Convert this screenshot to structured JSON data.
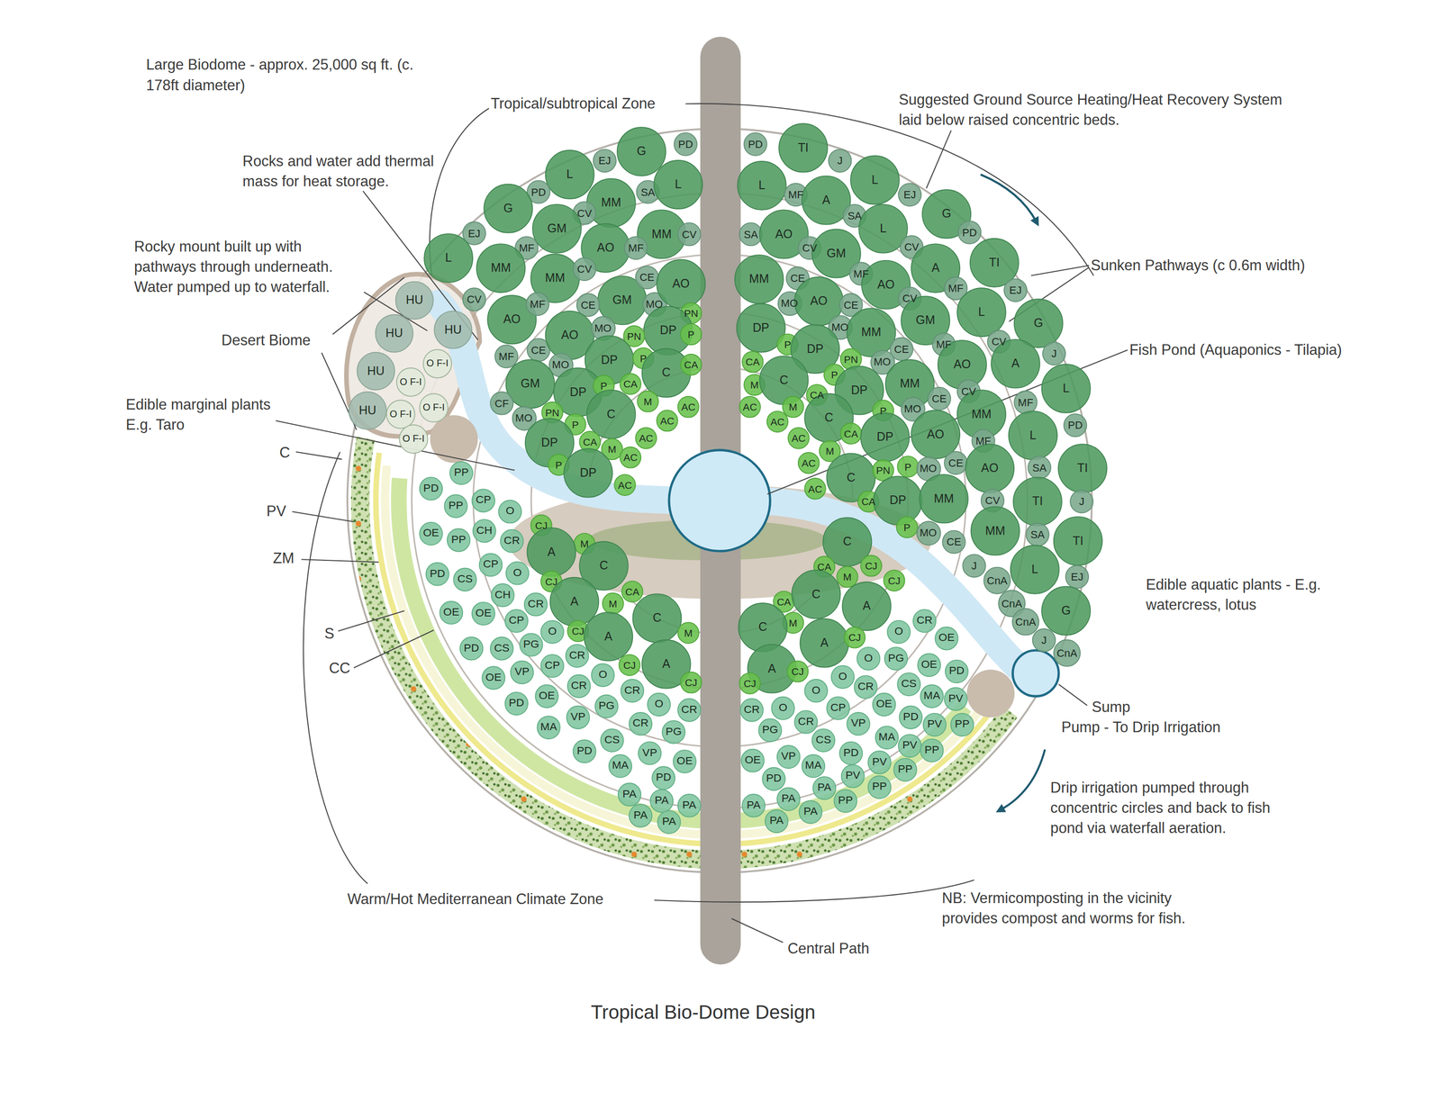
{
  "diagram": {
    "title": "Tropical Bio-Dome Design",
    "nodes": [
      {
        "text": [
          "G"
        ]
      },
      {
        "text": [
          "PD"
        ]
      },
      {
        "text": [
          "EJ"
        ]
      },
      {
        "text": [
          "L"
        ]
      },
      {
        "text": [
          "PD"
        ]
      },
      {
        "text": [
          "MM"
        ]
      },
      {
        "text": [
          "SA"
        ]
      },
      {
        "text": [
          "L"
        ]
      },
      {
        "text": [
          "G"
        ]
      },
      {
        "text": [
          "CV"
        ]
      },
      {
        "text": [
          "GM"
        ]
      },
      {
        "text": [
          "MM"
        ]
      },
      {
        "text": [
          "CV"
        ]
      },
      {
        "text": [
          "EJ"
        ]
      },
      {
        "text": [
          "L"
        ]
      },
      {
        "text": [
          "MF"
        ]
      },
      {
        "text": [
          "AO"
        ]
      },
      {
        "text": [
          "MF"
        ]
      },
      {
        "text": [
          "MM"
        ]
      },
      {
        "text": [
          "MM"
        ]
      },
      {
        "text": [
          "CV"
        ]
      },
      {
        "text": [
          "CV"
        ]
      },
      {
        "text": [
          "AO"
        ]
      },
      {
        "text": [
          "MF"
        ]
      },
      {
        "text": [
          "GM"
        ]
      },
      {
        "text": [
          "CE"
        ]
      },
      {
        "text": [
          "MO"
        ]
      },
      {
        "text": [
          "AO"
        ]
      },
      {
        "text": [
          "CE"
        ]
      },
      {
        "text": [
          "PN"
        ]
      },
      {
        "text": [
          "MF"
        ]
      },
      {
        "text": [
          "CE"
        ]
      },
      {
        "text": [
          "AO"
        ]
      },
      {
        "text": [
          "MO"
        ]
      },
      {
        "text": [
          "DP"
        ]
      },
      {
        "text": [
          "P"
        ]
      },
      {
        "text": [
          "PN"
        ]
      },
      {
        "text": [
          "MO"
        ]
      },
      {
        "text": [
          "DP"
        ]
      },
      {
        "text": [
          "P"
        ]
      },
      {
        "text": [
          "C"
        ]
      },
      {
        "text": [
          "CA"
        ]
      },
      {
        "text": [
          "GM"
        ]
      },
      {
        "text": [
          "DP"
        ]
      },
      {
        "text": [
          "P"
        ]
      },
      {
        "text": [
          "CA"
        ]
      },
      {
        "text": [
          "CF"
        ]
      },
      {
        "text": [
          "MO"
        ]
      },
      {
        "text": [
          "PN"
        ]
      },
      {
        "text": [
          "C"
        ]
      },
      {
        "text": [
          "M"
        ]
      },
      {
        "text": [
          "AC"
        ]
      },
      {
        "text": [
          "AC"
        ]
      },
      {
        "text": [
          "P"
        ]
      },
      {
        "text": [
          "CA"
        ]
      },
      {
        "text": [
          "DP"
        ]
      },
      {
        "text": [
          "M"
        ]
      },
      {
        "text": [
          "AC"
        ]
      },
      {
        "text": [
          "AC"
        ]
      },
      {
        "text": [
          "P"
        ]
      },
      {
        "text": [
          "DP"
        ]
      },
      {
        "text": [
          "AC"
        ]
      },
      {
        "text": [
          "PD"
        ]
      },
      {
        "text": [
          "TI"
        ]
      },
      {
        "text": [
          "J"
        ]
      },
      {
        "text": [
          "L"
        ]
      },
      {
        "text": [
          "L"
        ]
      },
      {
        "text": [
          "MF"
        ]
      },
      {
        "text": [
          "A"
        ]
      },
      {
        "text": [
          "EJ"
        ]
      },
      {
        "text": [
          "SA"
        ]
      },
      {
        "text": [
          "G"
        ]
      },
      {
        "text": [
          "L"
        ]
      },
      {
        "text": [
          "SA"
        ]
      },
      {
        "text": [
          "AO"
        ]
      },
      {
        "text": [
          "CV"
        ]
      },
      {
        "text": [
          "GM"
        ]
      },
      {
        "text": [
          "CV"
        ]
      },
      {
        "text": [
          "PD"
        ]
      },
      {
        "text": [
          "TI"
        ]
      },
      {
        "text": [
          "A"
        ]
      },
      {
        "text": [
          "MF"
        ]
      },
      {
        "text": [
          "AO"
        ]
      },
      {
        "text": [
          "MF"
        ]
      },
      {
        "text": [
          "EJ"
        ]
      },
      {
        "text": [
          "MM"
        ]
      },
      {
        "text": [
          "CE"
        ]
      },
      {
        "text": [
          "MO"
        ]
      },
      {
        "text": [
          "AO"
        ]
      },
      {
        "text": [
          "CE"
        ]
      },
      {
        "text": [
          "CV"
        ]
      },
      {
        "text": [
          "GM"
        ]
      },
      {
        "text": [
          "L"
        ]
      },
      {
        "text": [
          "G"
        ]
      },
      {
        "text": [
          "MO"
        ]
      },
      {
        "text": [
          "MM"
        ]
      },
      {
        "text": [
          "CV"
        ]
      },
      {
        "text": [
          "DP"
        ]
      },
      {
        "text": [
          "P"
        ]
      },
      {
        "text": [
          "DP"
        ]
      },
      {
        "text": [
          "CE"
        ]
      },
      {
        "text": [
          "MF"
        ]
      },
      {
        "text": [
          "J"
        ]
      },
      {
        "text": [
          "PN"
        ]
      },
      {
        "text": [
          "MO"
        ]
      },
      {
        "text": [
          "AO"
        ]
      },
      {
        "text": [
          "A"
        ]
      },
      {
        "text": [
          "P"
        ]
      },
      {
        "text": [
          "CA"
        ]
      },
      {
        "text": [
          "M"
        ]
      },
      {
        "text": [
          "C"
        ]
      },
      {
        "text": [
          "CA"
        ]
      },
      {
        "text": [
          "DP"
        ]
      },
      {
        "text": [
          "MM"
        ]
      },
      {
        "text": [
          "CV"
        ]
      },
      {
        "text": [
          "L"
        ]
      },
      {
        "text": [
          "AC"
        ]
      },
      {
        "text": [
          "M"
        ]
      },
      {
        "text": [
          "P"
        ]
      },
      {
        "text": [
          "MO"
        ]
      },
      {
        "text": [
          "CE"
        ]
      },
      {
        "text": [
          "MF"
        ]
      },
      {
        "text": [
          "C"
        ]
      },
      {
        "text": [
          "AC"
        ]
      },
      {
        "text": [
          "CA"
        ]
      },
      {
        "text": [
          "MM"
        ]
      },
      {
        "text": [
          "PD"
        ]
      },
      {
        "text": [
          "AC"
        ]
      },
      {
        "text": [
          "M"
        ]
      },
      {
        "text": [
          "DP"
        ]
      },
      {
        "text": [
          "MF"
        ]
      },
      {
        "text": [
          "L"
        ]
      },
      {
        "text": [
          "AO"
        ]
      },
      {
        "text": [
          "AC"
        ]
      },
      {
        "text": [
          "C"
        ]
      },
      {
        "text": [
          "PN"
        ]
      },
      {
        "text": [
          "P"
        ]
      },
      {
        "text": [
          "MO"
        ]
      },
      {
        "text": [
          "CE"
        ]
      },
      {
        "text": [
          "AO"
        ]
      },
      {
        "text": [
          "SA"
        ]
      },
      {
        "text": [
          "TI"
        ]
      },
      {
        "text": [
          "AC"
        ]
      },
      {
        "text": [
          "CA"
        ]
      },
      {
        "text": [
          "DP"
        ]
      },
      {
        "text": [
          "MM"
        ]
      },
      {
        "text": [
          "CV"
        ]
      },
      {
        "text": [
          "TI"
        ]
      },
      {
        "text": [
          "J"
        ]
      },
      {
        "text": [
          "P"
        ]
      },
      {
        "text": [
          "MO"
        ]
      },
      {
        "text": [
          "CE"
        ]
      },
      {
        "text": [
          "MM"
        ]
      },
      {
        "text": [
          "SA"
        ]
      },
      {
        "text": [
          "TI"
        ]
      },
      {
        "text": [
          "J"
        ]
      },
      {
        "text": [
          "L"
        ]
      },
      {
        "text": [
          "CnA"
        ]
      },
      {
        "text": [
          "EJ"
        ]
      },
      {
        "text": [
          "CnA"
        ]
      },
      {
        "text": [
          "G"
        ]
      },
      {
        "text": [
          "CnA"
        ]
      },
      {
        "text": [
          "J"
        ]
      },
      {
        "text": [
          "CnA"
        ]
      },
      {
        "text": [
          "HU"
        ]
      },
      {
        "text": [
          "HU"
        ]
      },
      {
        "text": [
          "HU"
        ]
      },
      {
        "text": [
          "HU"
        ]
      },
      {
        "text": [
          "HU"
        ]
      },
      {
        "text": [
          "O F-I"
        ]
      },
      {
        "text": [
          "O F-I"
        ]
      },
      {
        "text": [
          "O F-I"
        ]
      },
      {
        "text": [
          "O F-I"
        ]
      },
      {
        "text": [
          "O F-I"
        ]
      },
      {
        "text": [
          "PP"
        ]
      },
      {
        "text": [
          "PD"
        ]
      },
      {
        "text": [
          "PP"
        ]
      },
      {
        "text": [
          "CP"
        ]
      },
      {
        "text": [
          "O"
        ]
      },
      {
        "text": [
          "CJ"
        ]
      },
      {
        "text": [
          "OE"
        ]
      },
      {
        "text": [
          "PP"
        ]
      },
      {
        "text": [
          "CH"
        ]
      },
      {
        "text": [
          "CR"
        ]
      },
      {
        "text": [
          "M"
        ]
      },
      {
        "text": [
          "A"
        ]
      },
      {
        "text": [
          "C"
        ]
      },
      {
        "text": [
          "CP"
        ]
      },
      {
        "text": [
          "O"
        ]
      },
      {
        "text": [
          "PD"
        ]
      },
      {
        "text": [
          "CS"
        ]
      },
      {
        "text": [
          "CJ"
        ]
      },
      {
        "text": [
          "CA"
        ]
      },
      {
        "text": [
          "CH"
        ]
      },
      {
        "text": [
          "CR"
        ]
      },
      {
        "text": [
          "A"
        ]
      },
      {
        "text": [
          "M"
        ]
      },
      {
        "text": [
          "OE"
        ]
      },
      {
        "text": [
          "OE"
        ]
      },
      {
        "text": [
          "CP"
        ]
      },
      {
        "text": [
          "C"
        ]
      },
      {
        "text": [
          "O"
        ]
      },
      {
        "text": [
          "CJ"
        ]
      },
      {
        "text": [
          "A"
        ]
      },
      {
        "text": [
          "M"
        ]
      },
      {
        "text": [
          "PG"
        ]
      },
      {
        "text": [
          "CS"
        ]
      },
      {
        "text": [
          "PD"
        ]
      },
      {
        "text": [
          "CR"
        ]
      },
      {
        "text": [
          "CJ"
        ]
      },
      {
        "text": [
          "A"
        ]
      },
      {
        "text": [
          "VP"
        ]
      },
      {
        "text": [
          "OE"
        ]
      },
      {
        "text": [
          "CP"
        ]
      },
      {
        "text": [
          "O"
        ]
      },
      {
        "text": [
          "CJ"
        ]
      },
      {
        "text": [
          "CR"
        ]
      },
      {
        "text": [
          "CR"
        ]
      },
      {
        "text": [
          "PD"
        ]
      },
      {
        "text": [
          "OE"
        ]
      },
      {
        "text": [
          "PG"
        ]
      },
      {
        "text": [
          "O"
        ]
      },
      {
        "text": [
          "CR"
        ]
      },
      {
        "text": [
          "VP"
        ]
      },
      {
        "text": [
          "CR"
        ]
      },
      {
        "text": [
          "MA"
        ]
      },
      {
        "text": [
          "CS"
        ]
      },
      {
        "text": [
          "PG"
        ]
      },
      {
        "text": [
          "PD"
        ]
      },
      {
        "text": [
          "VP"
        ]
      },
      {
        "text": [
          "OE"
        ]
      },
      {
        "text": [
          "MA"
        ]
      },
      {
        "text": [
          "PD"
        ]
      },
      {
        "text": [
          "PA"
        ]
      },
      {
        "text": [
          "PA"
        ]
      },
      {
        "text": [
          "PA"
        ]
      },
      {
        "text": [
          "PA"
        ]
      },
      {
        "text": [
          "PA"
        ]
      },
      {
        "text": [
          "C"
        ]
      },
      {
        "text": [
          "CA"
        ]
      },
      {
        "text": [
          "CJ"
        ]
      },
      {
        "text": [
          "M"
        ]
      },
      {
        "text": [
          "CJ"
        ]
      },
      {
        "text": [
          "CA"
        ]
      },
      {
        "text": [
          "C"
        ]
      },
      {
        "text": [
          "A"
        ]
      },
      {
        "text": [
          "M"
        ]
      },
      {
        "text": [
          "C"
        ]
      },
      {
        "text": [
          "A"
        ]
      },
      {
        "text": [
          "CJ"
        ]
      },
      {
        "text": [
          "O"
        ]
      },
      {
        "text": [
          "CR"
        ]
      },
      {
        "text": [
          "OE"
        ]
      },
      {
        "text": [
          "A"
        ]
      },
      {
        "text": [
          "CJ"
        ]
      },
      {
        "text": [
          "O"
        ]
      },
      {
        "text": [
          "PG"
        ]
      },
      {
        "text": [
          "OE"
        ]
      },
      {
        "text": [
          "PD"
        ]
      },
      {
        "text": [
          "CJ"
        ]
      },
      {
        "text": [
          "O"
        ]
      },
      {
        "text": [
          "O"
        ]
      },
      {
        "text": [
          "CR"
        ]
      },
      {
        "text": [
          "CS"
        ]
      },
      {
        "text": [
          "MA"
        ]
      },
      {
        "text": [
          "PV"
        ]
      },
      {
        "text": [
          "CR"
        ]
      },
      {
        "text": [
          "O"
        ]
      },
      {
        "text": [
          "CR"
        ]
      },
      {
        "text": [
          "CP"
        ]
      },
      {
        "text": [
          "OE"
        ]
      },
      {
        "text": [
          "VP"
        ]
      },
      {
        "text": [
          "PD"
        ]
      },
      {
        "text": [
          "PV"
        ]
      },
      {
        "text": [
          "PP"
        ]
      },
      {
        "text": [
          "PG"
        ]
      },
      {
        "text": [
          "CS"
        ]
      },
      {
        "text": [
          "MA"
        ]
      },
      {
        "text": [
          "PV"
        ]
      },
      {
        "text": [
          "PP"
        ]
      },
      {
        "text": [
          "OE"
        ]
      },
      {
        "text": [
          "VP"
        ]
      },
      {
        "text": [
          "MA"
        ]
      },
      {
        "text": [
          "PD"
        ]
      },
      {
        "text": [
          "PV"
        ]
      },
      {
        "text": [
          "PP"
        ]
      },
      {
        "text": [
          "PD"
        ]
      },
      {
        "text": [
          "PV"
        ]
      },
      {
        "text": [
          "PA"
        ]
      },
      {
        "text": [
          "PA"
        ]
      },
      {
        "text": [
          "PP"
        ]
      },
      {
        "text": [
          "PP"
        ]
      },
      {
        "text": [
          "PA"
        ]
      },
      {
        "text": [
          "PA"
        ]
      },
      {
        "text": [
          "PA"
        ]
      }
    ],
    "labels": [
      "Large Biodome - approx. 25,000 sq ft. (c. 178ft diameter)",
      "Tropical/subtropical Zone",
      "Suggested Ground Source Heating/Heat Recovery System laid below raised concentric beds.",
      "Rocks and water add thermal mass for heat storage.",
      "Rocky mount built up with pathways through underneath. Water pumped up to waterfall.",
      "Desert Biome",
      "Edible marginal plants E.g. Taro",
      "C",
      "PV",
      "ZM",
      "S",
      "CC",
      "Sunken Pathways (c 0.6m width)",
      "Fish Pond (Aquaponics - Tilapia)",
      "Edible aquatic plants - E.g. watercress, lotus",
      "Sump",
      "Pump - To Drip Irrigation",
      "Drip irrigation pumped through concentric circles and back to fish pond via waterfall aeration.",
      "Warm/Hot Mediterranean Climate Zone",
      "NB: Vermicomposting in the vicinity provides compost and worms for fish.",
      "Central Path"
    ]
  }
}
